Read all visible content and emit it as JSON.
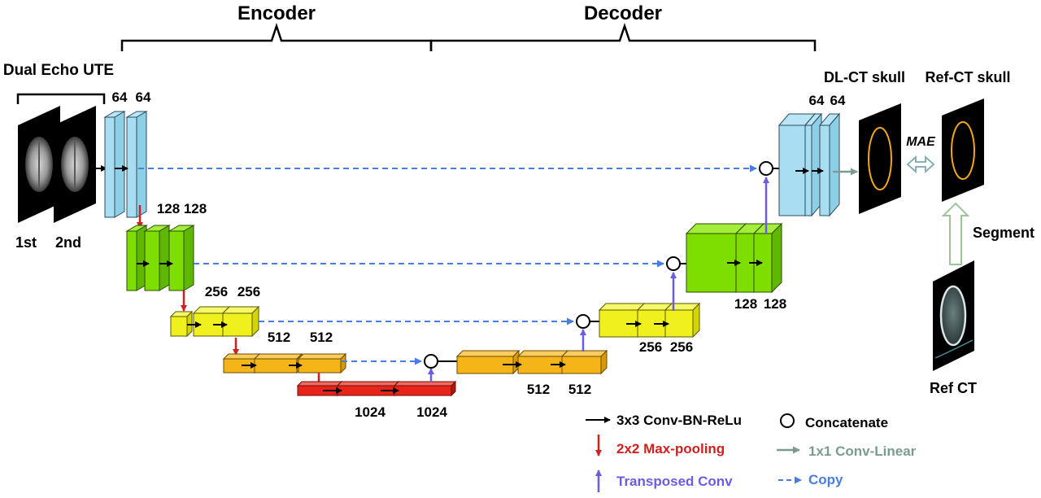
{
  "headings": {
    "encoder": "Encoder",
    "decoder": "Decoder"
  },
  "input": {
    "title": "Dual Echo UTE",
    "first": "1st",
    "second": "2nd"
  },
  "output": {
    "dl_ct": "DL-CT skull",
    "ref_ct_skull": "Ref-CT skull",
    "mae": "MAE",
    "segment": "Segment",
    "ref_ct": "Ref CT"
  },
  "channels": {
    "enc1": [
      "64",
      "64"
    ],
    "enc2": [
      "128",
      "128"
    ],
    "enc3": [
      "256",
      "256"
    ],
    "enc4": [
      "512",
      "512"
    ],
    "bottleneck": [
      "1024",
      "1024"
    ],
    "dec4": [
      "512",
      "512"
    ],
    "dec3": [
      "256",
      "256"
    ],
    "dec2": [
      "128",
      "128"
    ],
    "dec1": [
      "64",
      "64"
    ]
  },
  "legend": {
    "conv": "3x3 Conv-BN-ReLu",
    "maxpool": "2x2 Max-pooling",
    "transposed": "Transposed Conv",
    "concatenate": "Concatenate",
    "linear": "1x1 Conv-Linear",
    "copy": "Copy"
  },
  "colors": {
    "blue_block": "#a9ddf1",
    "green_block": "#7ede00",
    "yellow_block": "#f0f01e",
    "orange_block": "#f5b417",
    "red_block": "#e8241a",
    "copy_arrow": "#4a7de0",
    "maxpool_arrow": "#d22020",
    "transposed_arrow": "#6a5de0",
    "linear_arrow": "#7a9c90",
    "segment_arrow": "#9ec49a"
  }
}
